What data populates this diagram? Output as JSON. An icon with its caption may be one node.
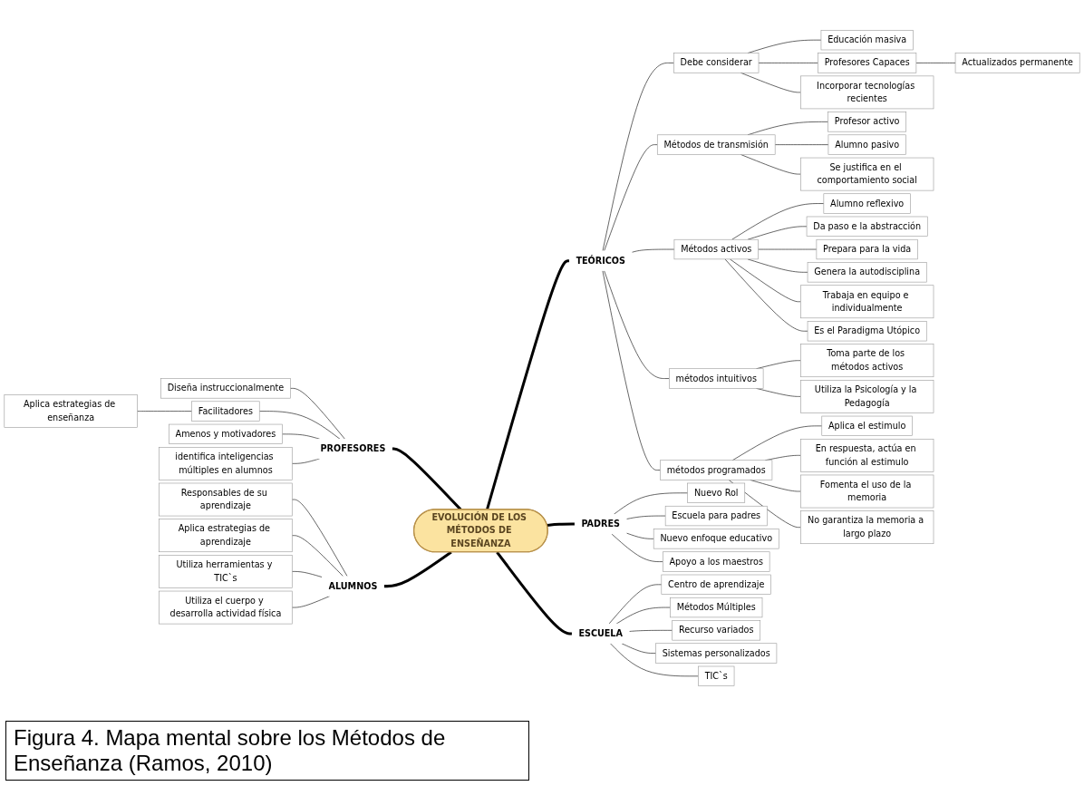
{
  "diagram": {
    "caption": "Figura 4. Mapa mental sobre los Métodos de Enseñanza (Ramos, 2010)",
    "nodes": [
      {
        "text": [
          "EVOLUCIÓN DE LOS MÉTODOS DE ENSEÑANZA"
        ]
      },
      {
        "text": [
          "TEÓRICOS"
        ]
      },
      {
        "text": [
          "Debe considerar"
        ]
      },
      {
        "text": [
          "Educación masiva"
        ]
      },
      {
        "text": [
          "Profesores Capaces"
        ]
      },
      {
        "text": [
          "Actualizados permanente"
        ]
      },
      {
        "text": [
          "Incorporar tecnologías recientes"
        ]
      },
      {
        "text": [
          "Métodos de transmisión"
        ]
      },
      {
        "text": [
          "Profesor activo"
        ]
      },
      {
        "text": [
          "Alumno pasivo"
        ]
      },
      {
        "text": [
          "Se justifica en el comportamiento social"
        ]
      },
      {
        "text": [
          "Métodos activos"
        ]
      },
      {
        "text": [
          "Alumno reflexivo"
        ]
      },
      {
        "text": [
          "Da paso e la abstracción"
        ]
      },
      {
        "text": [
          "Prepara para la vida"
        ]
      },
      {
        "text": [
          "Genera la autodisciplina"
        ]
      },
      {
        "text": [
          "Trabaja en equipo e individualmente"
        ]
      },
      {
        "text": [
          "Es el Paradigma Utópico"
        ]
      },
      {
        "text": [
          "métodos intuitivos"
        ]
      },
      {
        "text": [
          "Toma parte de los métodos activos"
        ]
      },
      {
        "text": [
          "Utiliza la Psicología y la Pedagogía"
        ]
      },
      {
        "text": [
          "métodos programados"
        ]
      },
      {
        "text": [
          "Aplica el estimulo"
        ]
      },
      {
        "text": [
          "En respuesta, actúa en función al estimulo"
        ]
      },
      {
        "text": [
          "Fomenta el uso de la memoria"
        ]
      },
      {
        "text": [
          "No garantiza la memoria a largo plazo"
        ]
      },
      {
        "text": [
          "PROFESORES"
        ]
      },
      {
        "text": [
          "Diseña instruccionalmente"
        ]
      },
      {
        "text": [
          "Facilitadores"
        ]
      },
      {
        "text": [
          "Aplica estrategias de enseñanza"
        ]
      },
      {
        "text": [
          "Amenos y motivadores"
        ]
      },
      {
        "text": [
          "identifica inteligencias múltiples en alumnos"
        ]
      },
      {
        "text": [
          "ALUMNOS"
        ]
      },
      {
        "text": [
          "Responsables de su aprendizaje"
        ]
      },
      {
        "text": [
          "Aplica estrategias de aprendizaje"
        ]
      },
      {
        "text": [
          "Utiliza herramientas y TIC`s"
        ]
      },
      {
        "text": [
          "Utiliza el cuerpo y desarrolla actividad física"
        ]
      },
      {
        "text": [
          "PADRES"
        ]
      },
      {
        "text": [
          "Nuevo Rol"
        ]
      },
      {
        "text": [
          "Escuela para padres"
        ]
      },
      {
        "text": [
          "Nuevo enfoque educativo"
        ]
      },
      {
        "text": [
          "Apoyo a los maestros"
        ]
      },
      {
        "text": [
          "ESCUELA"
        ]
      },
      {
        "text": [
          "Centro de aprendizaje"
        ]
      },
      {
        "text": [
          "Métodos Múltiples"
        ]
      },
      {
        "text": [
          "Recurso variados"
        ]
      },
      {
        "text": [
          "Sistemas personalizados"
        ]
      },
      {
        "text": [
          "TIC`s"
        ]
      }
    ],
    "edges": [
      {
        "from": 0,
        "to": 1,
        "arrow": "none",
        "style": "thick"
      },
      {
        "from": 1,
        "to": 2,
        "arrow": "none"
      },
      {
        "from": 2,
        "to": 3,
        "arrow": "none"
      },
      {
        "from": 2,
        "to": 4,
        "arrow": "none"
      },
      {
        "from": 4,
        "to": 5,
        "arrow": "none"
      },
      {
        "from": 2,
        "to": 6,
        "arrow": "none"
      },
      {
        "from": 1,
        "to": 7,
        "arrow": "none"
      },
      {
        "from": 7,
        "to": 8,
        "arrow": "none"
      },
      {
        "from": 7,
        "to": 9,
        "arrow": "none"
      },
      {
        "from": 7,
        "to": 10,
        "arrow": "none"
      },
      {
        "from": 1,
        "to": 11,
        "arrow": "none"
      },
      {
        "from": 11,
        "to": 12,
        "arrow": "none"
      },
      {
        "from": 11,
        "to": 13,
        "arrow": "none"
      },
      {
        "from": 11,
        "to": 14,
        "arrow": "none"
      },
      {
        "from": 11,
        "to": 15,
        "arrow": "none"
      },
      {
        "from": 11,
        "to": 16,
        "arrow": "none"
      },
      {
        "from": 11,
        "to": 17,
        "arrow": "none"
      },
      {
        "from": 1,
        "to": 18,
        "arrow": "none"
      },
      {
        "from": 18,
        "to": 19,
        "arrow": "none"
      },
      {
        "from": 18,
        "to": 20,
        "arrow": "none"
      },
      {
        "from": 1,
        "to": 21,
        "arrow": "none"
      },
      {
        "from": 21,
        "to": 22,
        "arrow": "none"
      },
      {
        "from": 21,
        "to": 23,
        "arrow": "none"
      },
      {
        "from": 21,
        "to": 24,
        "arrow": "none"
      },
      {
        "from": 21,
        "to": 25,
        "arrow": "none"
      },
      {
        "from": 26,
        "to": 0,
        "arrow": "none",
        "style": "thick"
      },
      {
        "from": 27,
        "to": 26,
        "arrow": "none"
      },
      {
        "from": 28,
        "to": 26,
        "arrow": "none"
      },
      {
        "from": 29,
        "to": 28,
        "arrow": "none"
      },
      {
        "from": 30,
        "to": 26,
        "arrow": "none"
      },
      {
        "from": 31,
        "to": 26,
        "arrow": "none"
      },
      {
        "from": 32,
        "to": 0,
        "arrow": "none",
        "style": "thick"
      },
      {
        "from": 33,
        "to": 32,
        "arrow": "none"
      },
      {
        "from": 34,
        "to": 32,
        "arrow": "none"
      },
      {
        "from": 35,
        "to": 32,
        "arrow": "none"
      },
      {
        "from": 36,
        "to": 32,
        "arrow": "none"
      },
      {
        "from": 0,
        "to": 37,
        "arrow": "none",
        "style": "thick"
      },
      {
        "from": 37,
        "to": 38,
        "arrow": "none"
      },
      {
        "from": 37,
        "to": 39,
        "arrow": "none"
      },
      {
        "from": 37,
        "to": 40,
        "arrow": "none"
      },
      {
        "from": 37,
        "to": 41,
        "arrow": "none"
      },
      {
        "from": 0,
        "to": 42,
        "arrow": "none",
        "style": "thick"
      },
      {
        "from": 42,
        "to": 43,
        "arrow": "none"
      },
      {
        "from": 42,
        "to": 44,
        "arrow": "none"
      },
      {
        "from": 42,
        "to": 45,
        "arrow": "none"
      },
      {
        "from": 42,
        "to": 46,
        "arrow": "none"
      },
      {
        "from": 42,
        "to": 47,
        "arrow": "none"
      }
    ]
  }
}
